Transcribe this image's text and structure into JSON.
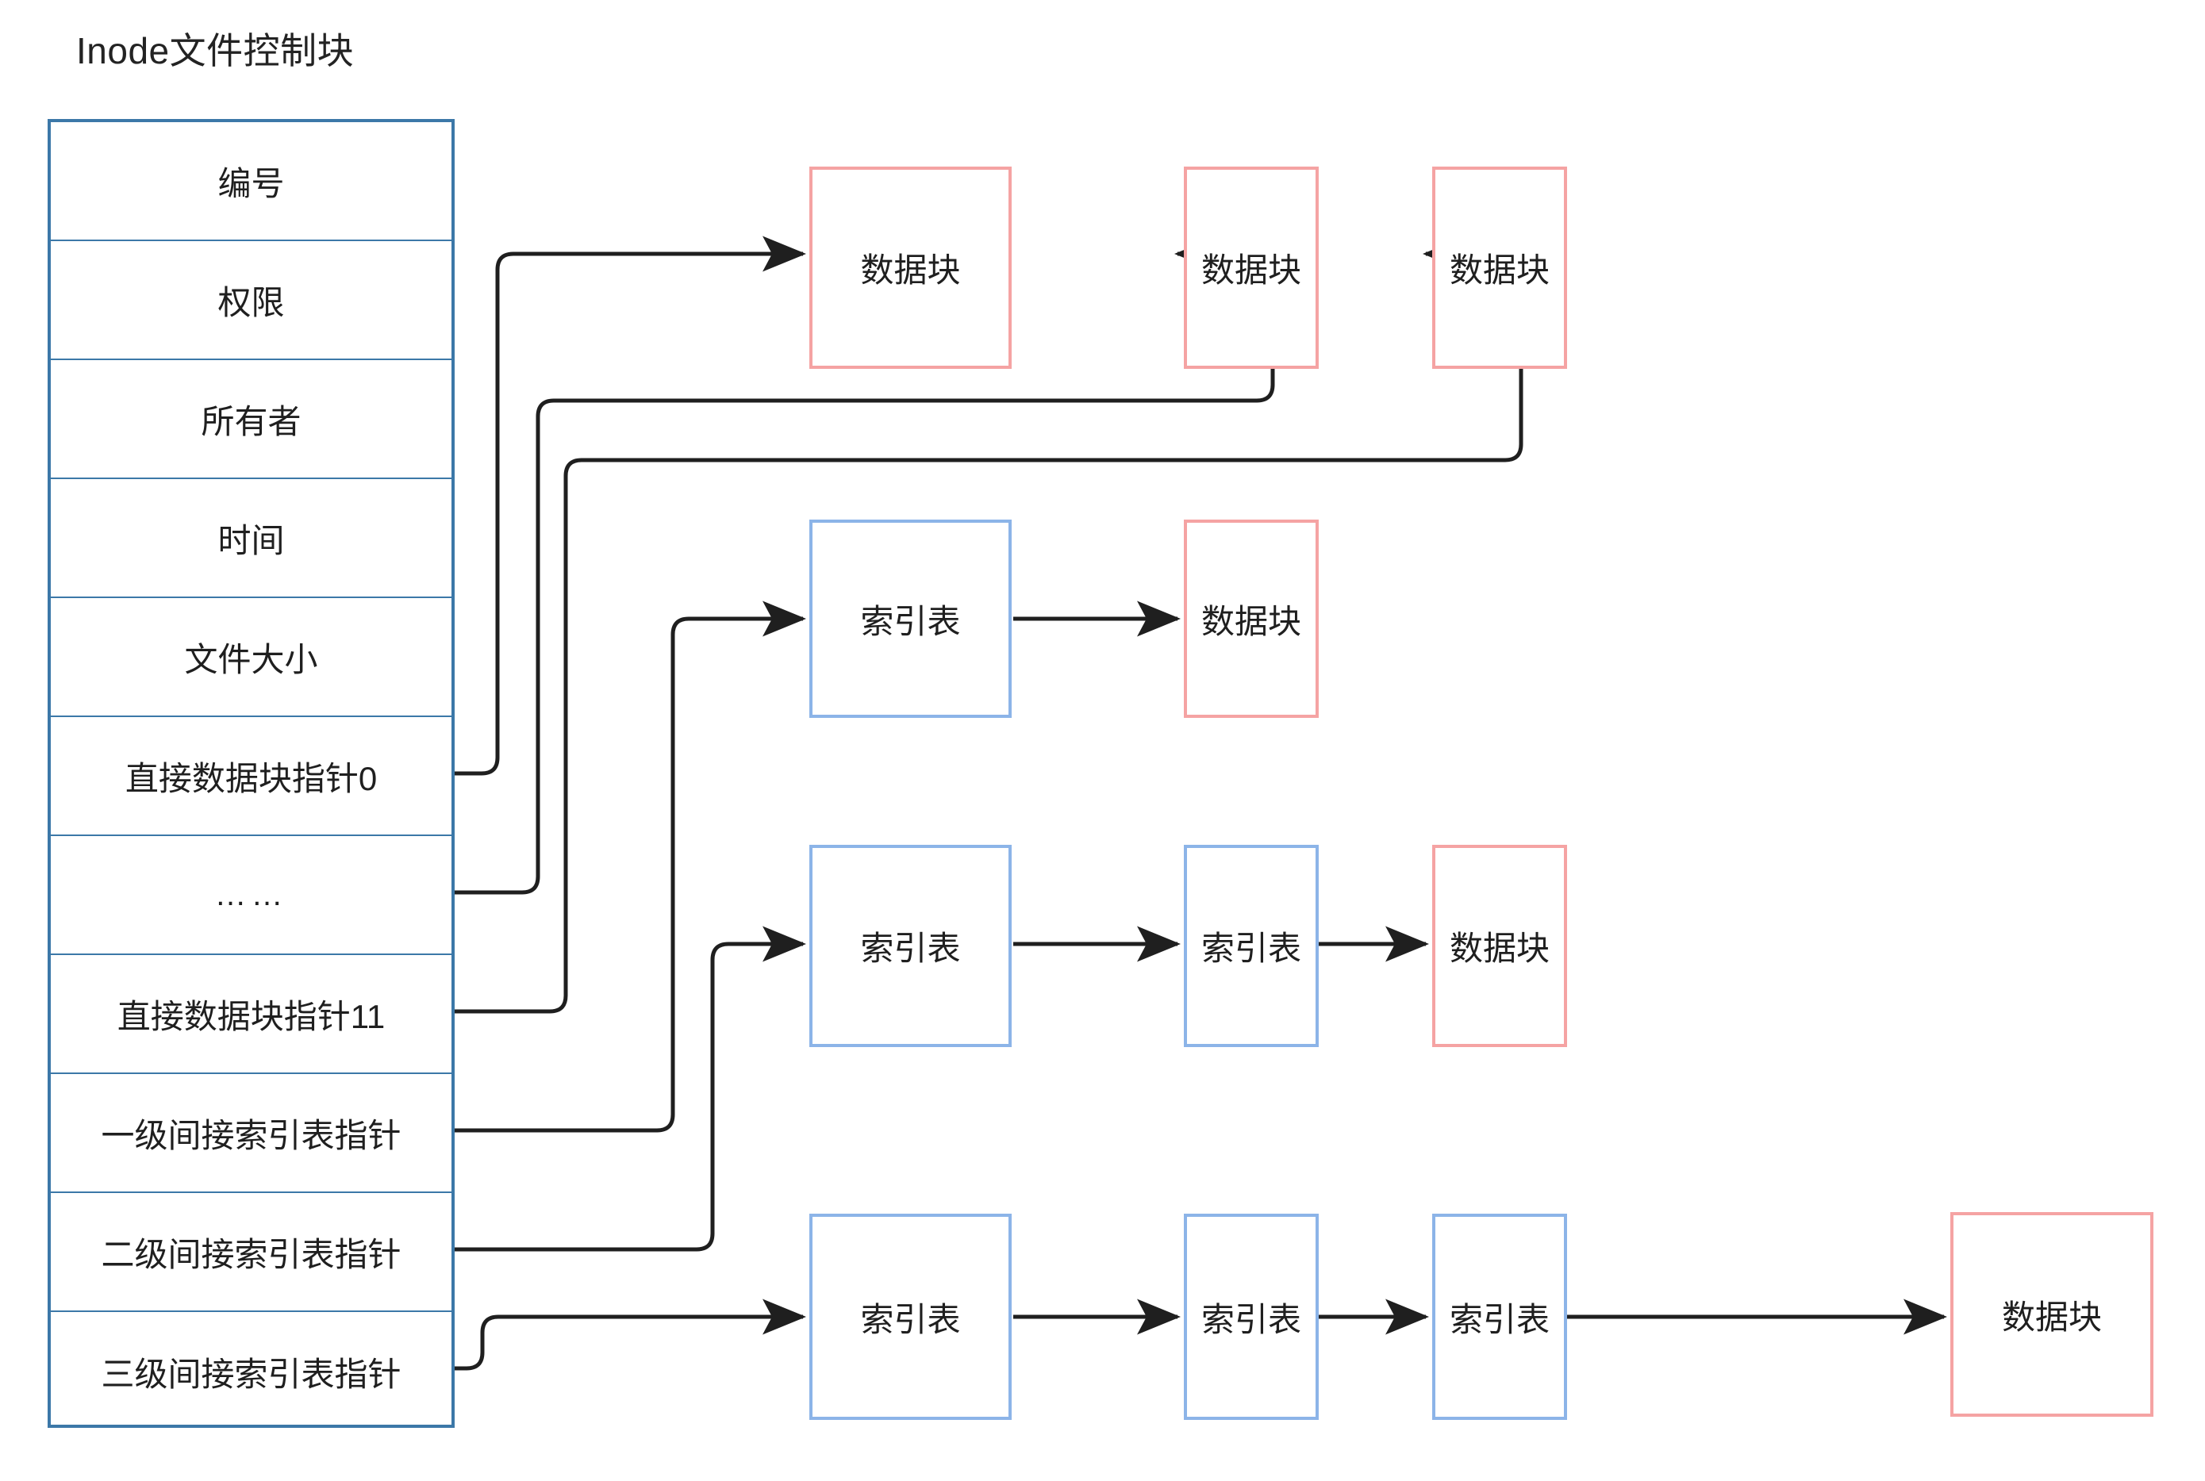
{
  "title": "Inode文件控制块",
  "colors": {
    "inode_border": "#3c78a8",
    "data_block_border": "#f5a3a3",
    "index_table_border": "#8cb4e8",
    "connector": "#1f1f1f",
    "text": "#1f1f1f",
    "background": "#ffffff"
  },
  "inode": {
    "rows": [
      {
        "label": "编号"
      },
      {
        "label": "权限"
      },
      {
        "label": "所有者"
      },
      {
        "label": "时间"
      },
      {
        "label": "文件大小"
      },
      {
        "label": "直接数据块指针0"
      },
      {
        "label": "……"
      },
      {
        "label": "直接数据块指针11"
      },
      {
        "label": "一级间接索引表指针"
      },
      {
        "label": "二级间接索引表指针"
      },
      {
        "label": "三级间接索引表指针"
      }
    ]
  },
  "chains": [
    {
      "name": "direct-pointer-0-chain",
      "nodes": [
        {
          "label": "数据块",
          "kind": "data"
        }
      ]
    },
    {
      "name": "direct-pointer-ellipsis-chain",
      "nodes": [
        {
          "label": "数据块",
          "kind": "data"
        }
      ]
    },
    {
      "name": "direct-pointer-11-chain",
      "nodes": [
        {
          "label": "数据块",
          "kind": "data"
        }
      ]
    },
    {
      "name": "single-indirect-chain",
      "nodes": [
        {
          "label": "索引表",
          "kind": "index"
        },
        {
          "label": "数据块",
          "kind": "data"
        }
      ]
    },
    {
      "name": "double-indirect-chain",
      "nodes": [
        {
          "label": "索引表",
          "kind": "index"
        },
        {
          "label": "索引表",
          "kind": "index"
        },
        {
          "label": "数据块",
          "kind": "data"
        }
      ]
    },
    {
      "name": "triple-indirect-chain",
      "nodes": [
        {
          "label": "索引表",
          "kind": "index"
        },
        {
          "label": "索引表",
          "kind": "index"
        },
        {
          "label": "索引表",
          "kind": "index"
        },
        {
          "label": "数据块",
          "kind": "data"
        }
      ]
    }
  ],
  "boxes": {
    "r1c1": "数据块",
    "r1c2": "数据块",
    "r1c3": "数据块",
    "r2c1": "索引表",
    "r2c2": "数据块",
    "r3c1": "索引表",
    "r3c2": "索引表",
    "r3c3": "数据块",
    "r4c1": "索引表",
    "r4c2": "索引表",
    "r4c3": "索引表",
    "r4c4": "数据块"
  }
}
